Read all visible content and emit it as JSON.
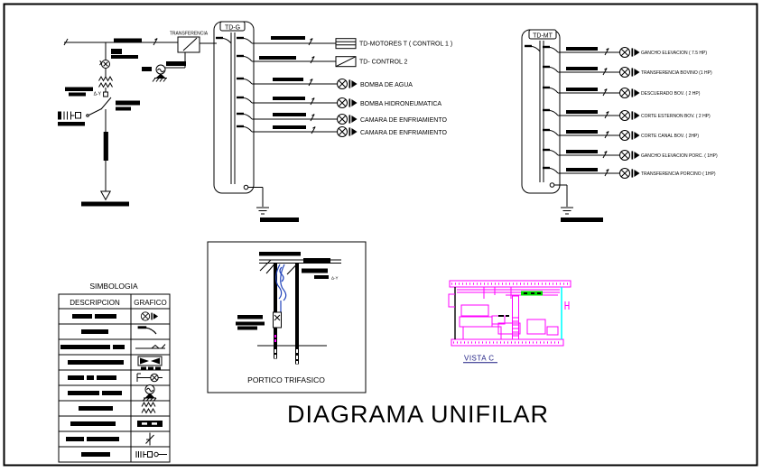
{
  "drawing": {
    "title": "DIAGRAMA UNIFILAR",
    "transfer_switch_label": "TRANSFERENCIA",
    "transformer_connection": "Δ-Y",
    "panel_tdg": {
      "name": "TD-G",
      "circuits": [
        {
          "load": "TD-MOTORES T  ( CONTROL 1 )",
          "symbol": "subpanel-lines-icon"
        },
        {
          "load": "TD- CONTROL 2",
          "symbol": "subpanel-diagonal-icon"
        },
        {
          "load": "BOMBA DE AGUA",
          "symbol": "motor-icon"
        },
        {
          "load": "BOMBA HIDRONEUMATICA",
          "symbol": "motor-icon"
        },
        {
          "load": "CAMARA DE ENFRIAMIENTO",
          "symbol": "motor-icon"
        },
        {
          "load": "CAMARA DE ENFRIAMIENTO",
          "symbol": "motor-icon"
        }
      ]
    },
    "panel_tdmt": {
      "name": "TD-MT",
      "circuits": [
        {
          "load": "GANCHO ELEVACION  ( 7.5 HP)",
          "symbol": "motor-icon"
        },
        {
          "load": "TRANSFERENCIA BOVINO  (1 HP)",
          "symbol": "motor-icon"
        },
        {
          "load": "DESCUERADO BOV.  ( 2 HP)",
          "symbol": "motor-icon"
        },
        {
          "load": "CORTE ESTERNON BOV.  ( 2 HP)",
          "symbol": "motor-icon"
        },
        {
          "load": "CORTE CANAL BOV.  ( 2HP)",
          "symbol": "motor-icon"
        },
        {
          "load": "GANCHO ELEVACION PORC. ( 1HP)",
          "symbol": "motor-icon"
        },
        {
          "load": "TRANSFERENCIA PORCINO  ( 1HP)",
          "symbol": "motor-icon"
        }
      ]
    },
    "symbology": {
      "title": "SIMBOLOGIA",
      "col_description": "DESCRIPCION",
      "col_graphic": "GRAFICO",
      "rows": [
        {
          "symbol": "motor-icon"
        },
        {
          "symbol": "breaker-icon"
        },
        {
          "symbol": "feeder-conductor-icon"
        },
        {
          "symbol": "transfer-switch-icon"
        },
        {
          "symbol": "fuse-cutout-icon"
        },
        {
          "symbol": "generator-icon"
        },
        {
          "symbol": "transformer-icon"
        },
        {
          "symbol": "busbar-icon"
        },
        {
          "symbol": "disconnect-switch-icon"
        },
        {
          "symbol": "meter-ground-icon"
        }
      ]
    },
    "portico": {
      "label": "PORTICO TRIFASICO",
      "transformer_connection": "Δ-Y"
    },
    "vista": {
      "label": "VISTA C"
    },
    "colors": {
      "line": "#000000",
      "magenta": "#ff00ff",
      "cyan": "#00ffff",
      "green": "#00dd00",
      "blue": "#2244bb",
      "vista_label": "#1a1a80"
    }
  }
}
